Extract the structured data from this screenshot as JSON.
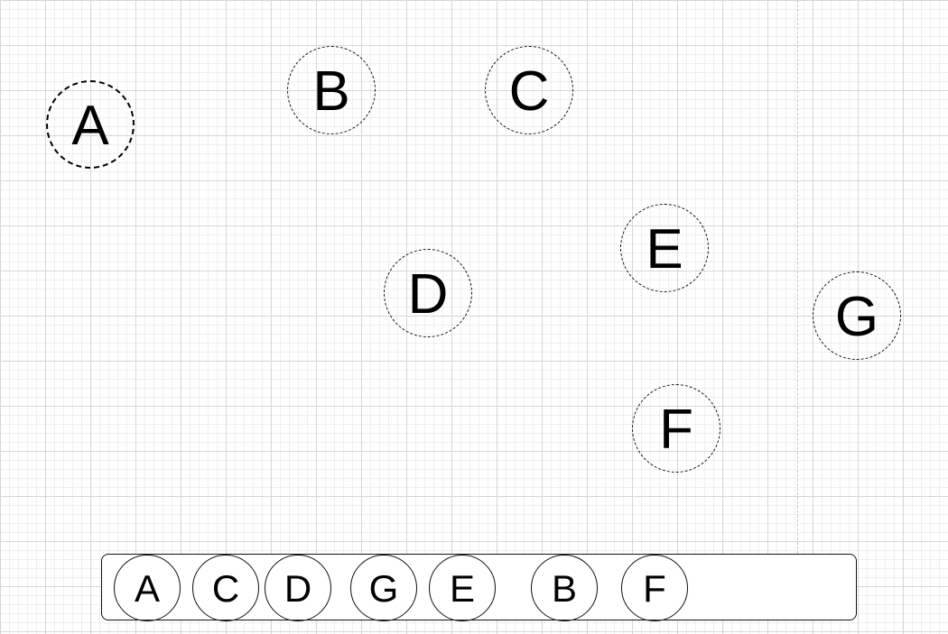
{
  "nodes": [
    {
      "label": "A"
    },
    {
      "label": "B"
    },
    {
      "label": "C"
    },
    {
      "label": "D"
    },
    {
      "label": "E"
    },
    {
      "label": "F"
    },
    {
      "label": "G"
    }
  ],
  "tray": {
    "slots": [
      {
        "label": "A"
      },
      {
        "label": "C"
      },
      {
        "label": "D"
      },
      {
        "label": "G"
      },
      {
        "label": "E"
      },
      {
        "label": "B"
      },
      {
        "label": "F"
      }
    ]
  },
  "colors": {
    "background": "#ffffff",
    "grid_major": "#d6d6d6",
    "grid_minor": "#efefef",
    "stroke": "#111111",
    "text": "#000000"
  }
}
